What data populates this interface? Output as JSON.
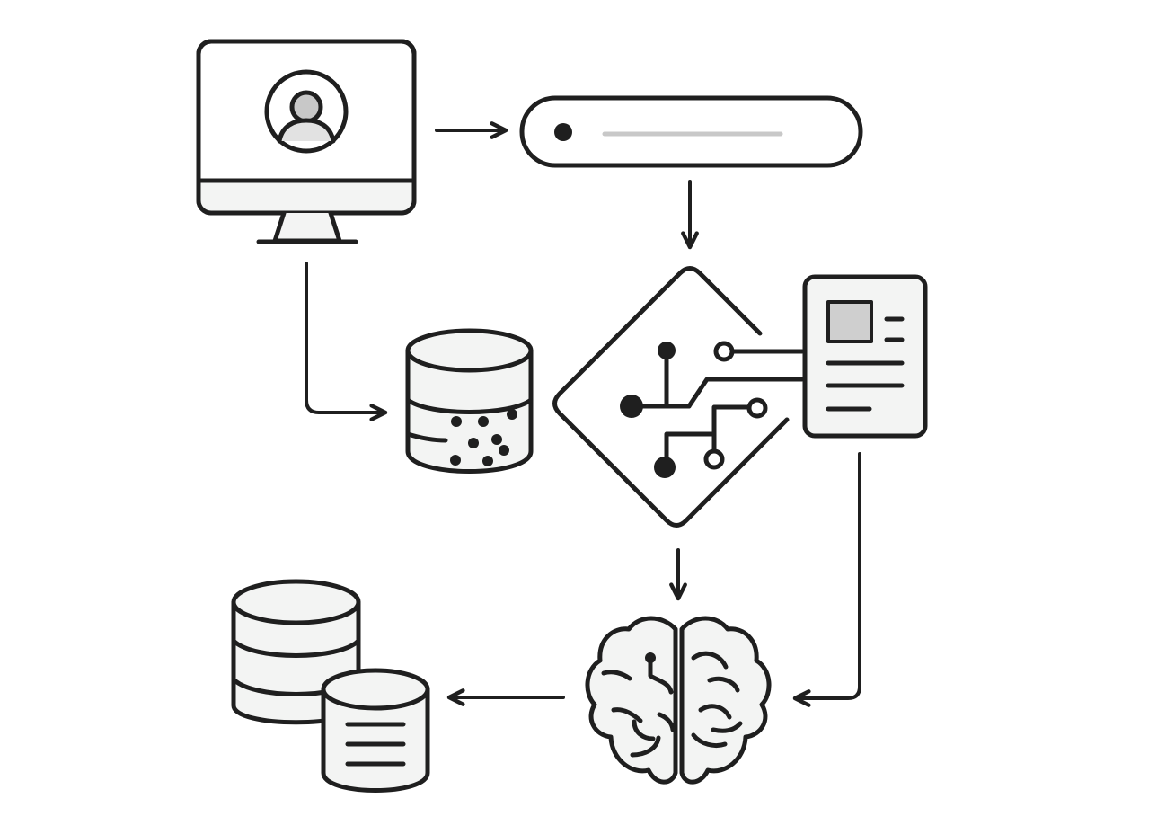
{
  "diagram": {
    "nodes": [
      {
        "id": "user-workstation",
        "icon": "monitor-user-icon"
      },
      {
        "id": "search-bar",
        "icon": "search-bar-icon"
      },
      {
        "id": "raw-data-store",
        "icon": "database-dots-icon"
      },
      {
        "id": "processing-chip",
        "icon": "circuit-diamond-icon"
      },
      {
        "id": "document",
        "icon": "document-icon"
      },
      {
        "id": "ai-model",
        "icon": "brain-icon"
      },
      {
        "id": "output-databases",
        "icon": "stacked-databases-icon"
      }
    ],
    "edges": [
      {
        "from": "user-workstation",
        "to": "search-bar"
      },
      {
        "from": "search-bar",
        "to": "processing-chip"
      },
      {
        "from": "user-workstation",
        "to": "raw-data-store"
      },
      {
        "from": "processing-chip",
        "to": "document"
      },
      {
        "from": "processing-chip",
        "to": "ai-model"
      },
      {
        "from": "document",
        "to": "ai-model"
      },
      {
        "from": "ai-model",
        "to": "output-databases"
      }
    ]
  },
  "colors": {
    "stroke": "#1f1f1f",
    "fill": "#f3f4f3",
    "screen": "#ffffff",
    "accent-gray": "#c8c8c8"
  }
}
